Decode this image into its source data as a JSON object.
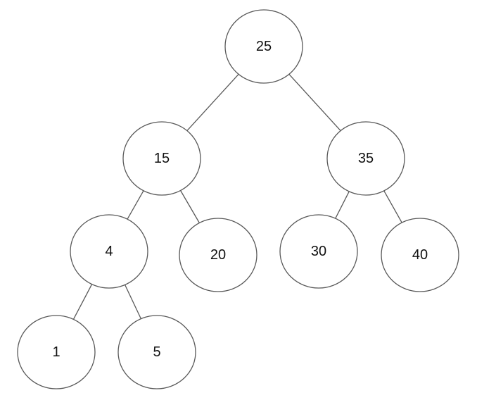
{
  "diagram": {
    "type": "tree",
    "nodes": [
      {
        "id": "n25",
        "label": "25"
      },
      {
        "id": "n15",
        "label": "15"
      },
      {
        "id": "n35",
        "label": "35"
      },
      {
        "id": "n4",
        "label": "4"
      },
      {
        "id": "n20",
        "label": "20"
      },
      {
        "id": "n30",
        "label": "30"
      },
      {
        "id": "n40",
        "label": "40"
      },
      {
        "id": "n1",
        "label": "1"
      },
      {
        "id": "n5",
        "label": "5"
      }
    ],
    "edges": [
      {
        "from": "n25",
        "to": "n15"
      },
      {
        "from": "n25",
        "to": "n35"
      },
      {
        "from": "n15",
        "to": "n4"
      },
      {
        "from": "n15",
        "to": "n20"
      },
      {
        "from": "n35",
        "to": "n30"
      },
      {
        "from": "n35",
        "to": "n40"
      },
      {
        "from": "n4",
        "to": "n1"
      },
      {
        "from": "n4",
        "to": "n5"
      }
    ]
  },
  "colors": {
    "stroke": "#595959",
    "node_fill": "#ffffff",
    "text": "#111111"
  }
}
